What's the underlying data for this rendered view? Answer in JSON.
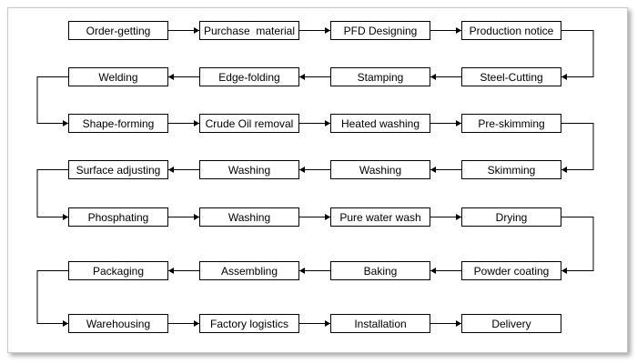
{
  "diagram": {
    "steps": [
      "Order-getting",
      "Purchase  material",
      "PFD Designing",
      "Production notice",
      "Welding",
      "Edge-folding",
      "Stamping",
      "Steel-Cutting",
      "Shape-forming",
      "Crude Oil removal",
      "Heated washing",
      "Pre-skimming",
      "Surface adjusting",
      "Washing",
      "Washing",
      "Skimming",
      "Phosphating",
      "Washing",
      "Pure water wash",
      "Drying",
      "Packaging",
      "Assembling",
      "Baking",
      "Powder coating",
      "Warehousing",
      "Factory logistics",
      "Installation",
      "Delivery"
    ],
    "line_color": "#000000",
    "box_border_color": "#000000"
  }
}
